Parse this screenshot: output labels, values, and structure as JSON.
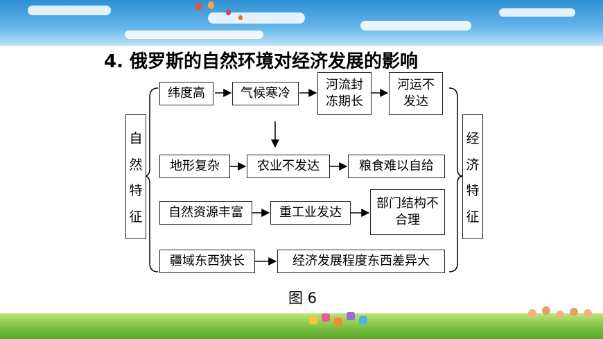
{
  "title": "4. 俄罗斯的自然环境对经济发展的影响",
  "left_label": [
    "自",
    "然",
    "特",
    "征"
  ],
  "right_label": [
    "经",
    "济",
    "特",
    "征"
  ],
  "rows": [
    [
      "纬度高",
      "气候寒冷",
      "河流封\n冻期长",
      "河运不\n发达"
    ],
    [
      "地形复杂",
      "农业不发达",
      "粮食难以自给"
    ],
    [
      "自然资源丰富",
      "重工业发达",
      "部门结构不\n合理"
    ],
    [
      "疆域东西狭长",
      "经济发展程度东西差异大"
    ]
  ],
  "caption": "图 6",
  "colors": {
    "sky": "#64b6ea",
    "grass": "#7cc242",
    "border": "#222222"
  }
}
